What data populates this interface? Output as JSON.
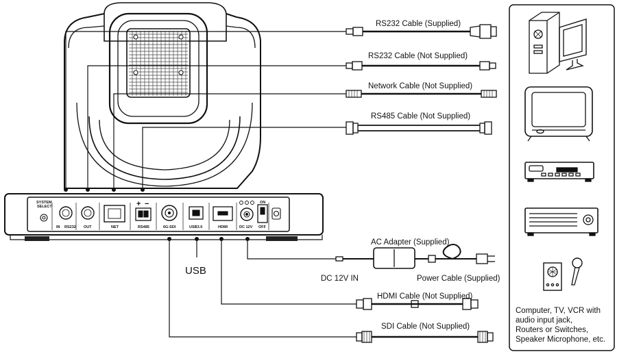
{
  "cables": {
    "rs232_supplied": "RS232 Cable  (Supplied)",
    "rs232_not_supplied": "RS232 Cable  (Not Supplied)",
    "network": "Network Cable (Not Supplied)",
    "rs485": "RS485 Cable  (Not Supplied)",
    "ac_adapter": "AC Adapter (Supplied)",
    "dc_in": "DC 12V IN",
    "power": "Power Cable (Supplied)",
    "usb": "USB",
    "hdmi": "HDMI Cable  (Not Supplied)",
    "sdi": "SDI Cable (Not Supplied)"
  },
  "ports": {
    "system_select_1": "SYSTEM",
    "system_select_2": "SELECT",
    "in": "IN",
    "rs232": "RS232",
    "out": "OUT",
    "net": "NET",
    "rs485_plus": "+",
    "rs485_minus": "−",
    "rs485": "RS485",
    "sdi": "6G-SDI",
    "usb3": "USB3.0",
    "hdmi": "HDMI",
    "dc": "DC  12V",
    "on": "ON",
    "off": "OFF"
  },
  "devices_text": [
    "Computer, TV, VCR with",
    "audio input jack,",
    "Routers or Switches,",
    "Speaker Microphone, etc."
  ],
  "icons": [
    "computer-icon",
    "tv-icon",
    "vcr-icon",
    "receiver-icon",
    "speaker-microphone-icon"
  ]
}
